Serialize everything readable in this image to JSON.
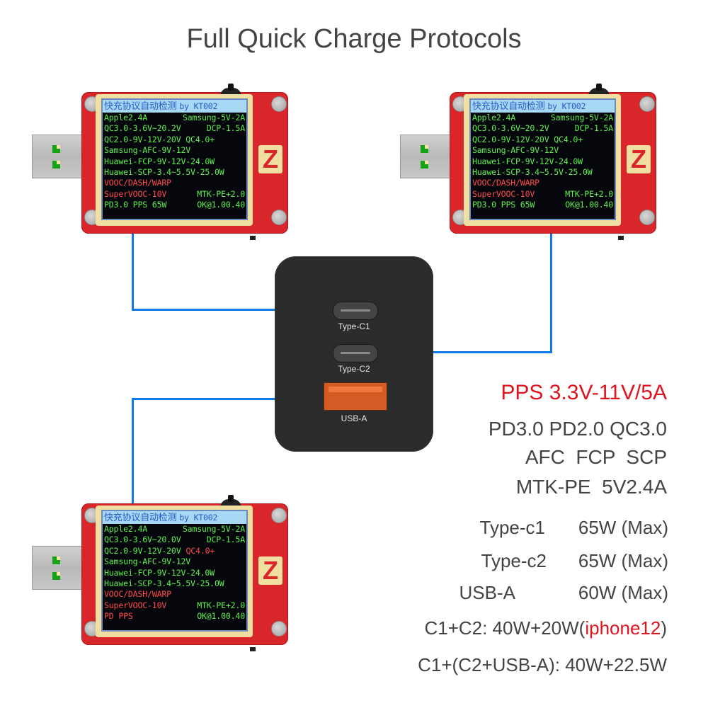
{
  "title": "Full Quick Charge Protocols",
  "meters": [
    {
      "id": "top-left",
      "header_cn": "快充协议自动检测",
      "header_by": "by KT002",
      "logo": "Z",
      "rows": [
        [
          {
            "text": "Apple2.4A",
            "color": "green"
          },
          {
            "text": "Samsung-5V-2A",
            "color": "green"
          }
        ],
        [
          {
            "text": "QC3.0-3.6V~20.2V",
            "color": "green"
          },
          {
            "text": "DCP-1.5A",
            "color": "green"
          }
        ],
        [
          {
            "text": "QC2.0-9V-12V-20V QC4.0+",
            "color": "green"
          }
        ],
        [
          {
            "text": "Samsung-AFC-9V-12V",
            "color": "green"
          }
        ],
        [
          {
            "text": "Huawei-FCP-9V-12V-24.0W",
            "color": "green"
          }
        ],
        [
          {
            "text": "Huawei-SCP-3.4~5.5V-25.0W",
            "color": "green"
          }
        ],
        [
          {
            "text": "VOOC/DASH/WARP",
            "color": "red"
          }
        ],
        [
          {
            "text": "SuperVOOC-10V",
            "color": "red"
          },
          {
            "text": "MTK-PE+2.0",
            "color": "green"
          }
        ],
        [
          {
            "text": "PD3.0 PPS 65W",
            "color": "green"
          },
          {
            "text": "OK@1.00.40",
            "color": "green"
          }
        ]
      ]
    },
    {
      "id": "top-right",
      "header_cn": "快充协议自动检测",
      "header_by": "by KT002",
      "logo": "Z",
      "rows": [
        [
          {
            "text": "Apple2.4A",
            "color": "green"
          },
          {
            "text": "Samsung-5V-2A",
            "color": "green"
          }
        ],
        [
          {
            "text": "QC3.0-3.6V~20.2V",
            "color": "green"
          },
          {
            "text": "DCP-1.5A",
            "color": "green"
          }
        ],
        [
          {
            "text": "QC2.0-9V-12V-20V QC4.0+",
            "color": "green"
          }
        ],
        [
          {
            "text": "Samsung-AFC-9V-12V",
            "color": "green"
          }
        ],
        [
          {
            "text": "Huawei-FCP-9V-12V-24.0W",
            "color": "green"
          }
        ],
        [
          {
            "text": "Huawei-SCP-3.4~5.5V-25.0W",
            "color": "green"
          }
        ],
        [
          {
            "text": "VOOC/DASH/WARP",
            "color": "red"
          }
        ],
        [
          {
            "text": "SuperVOOC-10V",
            "color": "red"
          },
          {
            "text": "MTK-PE+2.0",
            "color": "green"
          }
        ],
        [
          {
            "text": "PD3.0 PPS 65W",
            "color": "green"
          },
          {
            "text": "OK@1.00.40",
            "color": "green"
          }
        ]
      ]
    },
    {
      "id": "bottom-left",
      "header_cn": "快充协议自动检测",
      "header_by": "by KT002",
      "logo": "Z",
      "rows": [
        [
          {
            "text": "Apple2.4A",
            "color": "green"
          },
          {
            "text": "Samsung-5V-2A",
            "color": "green"
          }
        ],
        [
          {
            "text": "QC3.0-3.6V~20.0V",
            "color": "green"
          },
          {
            "text": "DCP-1.5A",
            "color": "green"
          }
        ],
        [
          {
            "text": "QC2.0-9V-12V-20V",
            "color": "green"
          },
          {
            "text": "QC4.0+",
            "color": "red",
            "inline": true
          }
        ],
        [
          {
            "text": "Samsung-AFC-9V-12V",
            "color": "green"
          }
        ],
        [
          {
            "text": "Huawei-FCP-9V-12V-24.0W",
            "color": "green"
          }
        ],
        [
          {
            "text": "Huawei-SCP-3.4~5.5V-25.0W",
            "color": "green"
          }
        ],
        [
          {
            "text": "VOOC/DASH/WARP",
            "color": "red"
          }
        ],
        [
          {
            "text": "SuperVOOC-10V",
            "color": "red"
          },
          {
            "text": "MTK-PE+2.0",
            "color": "green"
          }
        ],
        [
          {
            "text": "PD PPS",
            "color": "red"
          },
          {
            "text": "OK@1.00.40",
            "color": "green"
          }
        ]
      ]
    }
  ],
  "charger": {
    "ports": [
      {
        "label": "Type-C1",
        "type": "usb-c"
      },
      {
        "label": "Type-C2",
        "type": "usb-c"
      },
      {
        "label": "USB-A",
        "type": "usb-a"
      }
    ]
  },
  "specs": {
    "pps": "PPS 3.3V-11V/5A",
    "protocols": [
      "PD3.0 PD2.0 QC3.0",
      "AFC  FCP  SCP",
      "MTK-PE  5V2.4A"
    ]
  },
  "port_power": [
    {
      "port": "Type-c1",
      "power": "65W (Max)"
    },
    {
      "port": "Type-c2",
      "power": "65W (Max)"
    },
    {
      "port": "USB-A",
      "power": "60W (Max)"
    }
  ],
  "combos": [
    {
      "text": "C1+C2: 40W+20W(",
      "highlight": "iphone12",
      "suffix": ")"
    },
    {
      "text": "C1+(C2+USB-A): 40W+22.5W",
      "highlight": "",
      "suffix": ""
    }
  ],
  "colors": {
    "accent_line": "#1479e8",
    "meter_body": "#d9262b",
    "screen_green": "#5ef04c",
    "screen_red": "#ff4a4a",
    "highlight_red": "#e0141e",
    "usb_a_port": "#d55a24"
  }
}
